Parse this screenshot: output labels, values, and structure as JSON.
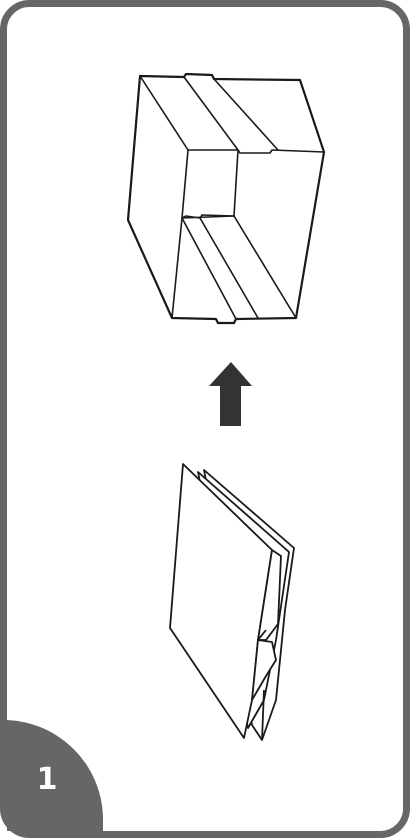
{
  "step": {
    "number": "1"
  },
  "colors": {
    "frame": "#666666",
    "line": "#1a1a1a",
    "arrow": "#333333",
    "badge": "#666666",
    "background": "#ffffff"
  },
  "illustration": {
    "top": "unfolded-box",
    "middle": "up-arrow",
    "bottom": "flat-folded-box"
  }
}
